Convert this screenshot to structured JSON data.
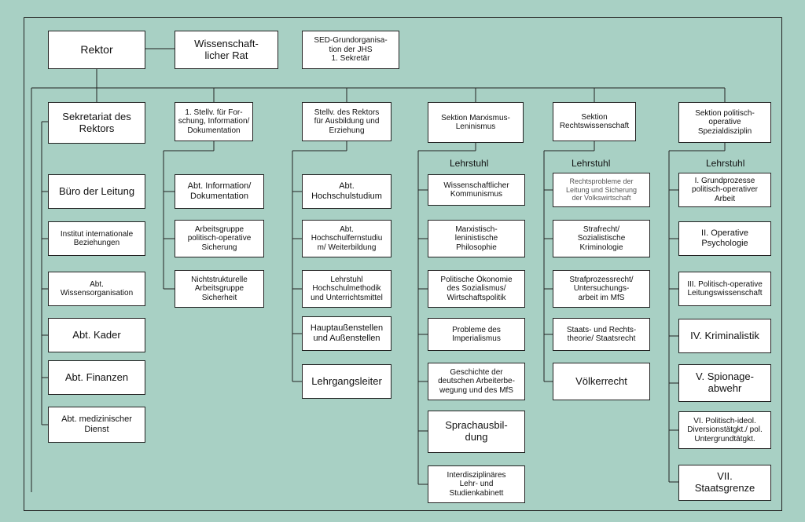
{
  "top": {
    "rektor": "Rektor",
    "rat": "Wissenschaft-\nlicher Rat",
    "sed": "SED-Grundorganisa-\ntion der JHS\n1. Sekretär"
  },
  "columns": [
    {
      "head": "Sekretariat des\nRektors",
      "items": [
        "Büro der Leitung",
        "Institut internationale\nBeziehungen",
        "Abt.\nWissensorganisation",
        "Abt. Kader",
        "Abt. Finanzen",
        "Abt. medizinischer\nDienst"
      ]
    },
    {
      "head": "1. Stellv. für For-\nschung, Information/\nDokumentation",
      "items": [
        "Abt. Information/\nDokumentation",
        "Arbeitsgruppe\npolitisch-operative\nSicherung",
        "Nichtstrukturelle\nArbeitsgruppe\nSicherheit"
      ]
    },
    {
      "head": "Stellv. des Rektors\nfür Ausbildung und\nErziehung",
      "items": [
        "Abt.\nHochschulstudium",
        "Abt.\nHochschulfernstudiu\nm/ Weiterbildung",
        "Lehrstuhl\nHochschulmethodik\nund Unterrichtsmittel",
        "Hauptaußenstellen\nund Außenstellen",
        "Lehrgangsleiter"
      ]
    },
    {
      "head": "Sektion Marxismus-\nLeninismus",
      "lehrstuhl": "Lehrstuhl",
      "items": [
        "Wissenschaftlicher\nKommunismus",
        "Marxistisch-\nleninistische\nPhilosophie",
        "Politische Ökonomie\ndes Sozialismus/\nWirtschaftspolitik",
        "Probleme des\nImperialismus",
        "Geschichte der\ndeutschen Arbeiterbe-\nwegung und des MfS",
        "Sprachausbil-\ndung",
        "Interdisziplinäres\nLehr- und\nStudienkabinett"
      ]
    },
    {
      "head": "Sektion\nRechtswissenschaft",
      "lehrstuhl": "Lehrstuhl",
      "items": [
        "Rechtsprobleme der\nLeitung und Sicherung\nder Volkswirtschaft",
        "Strafrecht/\nSozialistische\nKriminologie",
        "Strafprozessrecht/\nUntersuchungs-\narbeit im MfS",
        "Staats- und Rechts-\ntheorie/ Staatsrecht",
        "Völkerrecht"
      ]
    },
    {
      "head": "Sektion politisch-\noperative\nSpezialdisziplin",
      "lehrstuhl": "Lehrstuhl",
      "items": [
        "I. Grundprozesse\npolitisch-operativer\nArbeit",
        "II. Operative\nPsychologie",
        "III. Politisch-operative\nLeitungswissenschaft",
        "IV. Kriminalistik",
        "V. Spionage-\nabwehr",
        "VI. Politisch-ideol.\nDiversionstätgkt./ pol.\nUntergrundtätgkt.",
        "VII.\nStaatsgrenze"
      ]
    }
  ]
}
